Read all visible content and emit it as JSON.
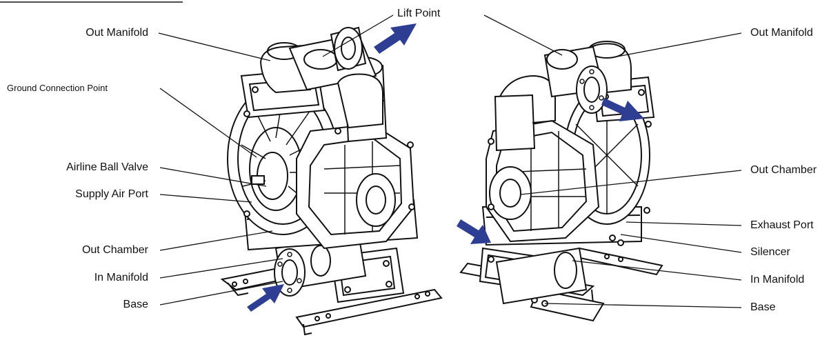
{
  "labels": {
    "left": {
      "out_manifold": "Out Manifold",
      "ground_connection_point": "Ground Connection Point",
      "airline_ball_valve": "Airline Ball Valve",
      "supply_air_port": "Supply Air Port",
      "out_chamber": "Out Chamber",
      "in_manifold": "In Manifold",
      "base": "Base"
    },
    "top": {
      "lift_point": "Lift Point"
    },
    "right": {
      "out_manifold": "Out Manifold",
      "out_chamber": "Out Chamber",
      "exhaust_port": "Exhaust Port",
      "silencer": "Silencer",
      "in_manifold": "In Manifold",
      "base": "Base"
    }
  },
  "colors": {
    "arrow": "#2e3f93",
    "line": "#111111",
    "fill": "#ffffff"
  }
}
